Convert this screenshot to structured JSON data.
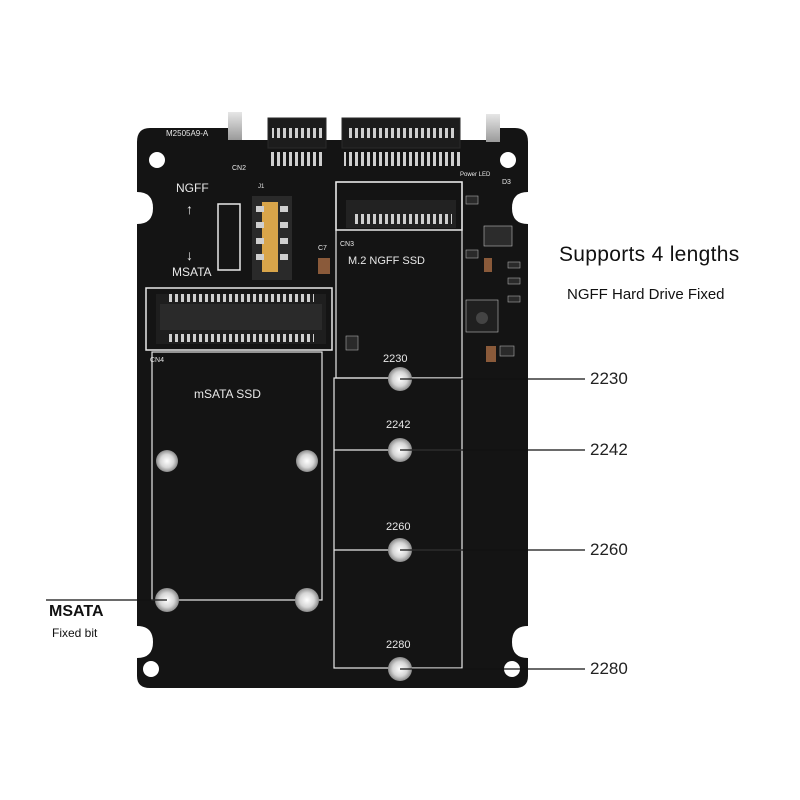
{
  "headline": "Supports 4 lengths",
  "subheadline": "NGFF Hard Drive Fixed",
  "msata_callout": {
    "title": "MSATA",
    "subtitle": "Fixed bit"
  },
  "lengths": [
    {
      "label": "2230"
    },
    {
      "label": "2242"
    },
    {
      "label": "2260"
    },
    {
      "label": "2280"
    }
  ],
  "pcb_silkscreen": {
    "model": "M2505A9-A",
    "cn2": "CN2",
    "power_led": "Power LED",
    "d3": "D3",
    "ngff": "NGFF",
    "msata": "MSATA",
    "j1": "J1",
    "c7": "C7",
    "cn3": "CN3",
    "cn4": "CN4",
    "m2_ngff_ssd": "M.2   NGFF  SSD",
    "msata_ssd": "mSATA  SSD",
    "board_lengths": [
      "2230",
      "2242",
      "2260",
      "2280"
    ],
    "arrow_up": "↑",
    "arrow_down": "↓"
  },
  "colors": {
    "pcb": "#141414",
    "silkscreen": "#e8e8e8",
    "metal": "#c8c8c8",
    "gold": "#d9a54a",
    "callout_line": "#111111"
  }
}
